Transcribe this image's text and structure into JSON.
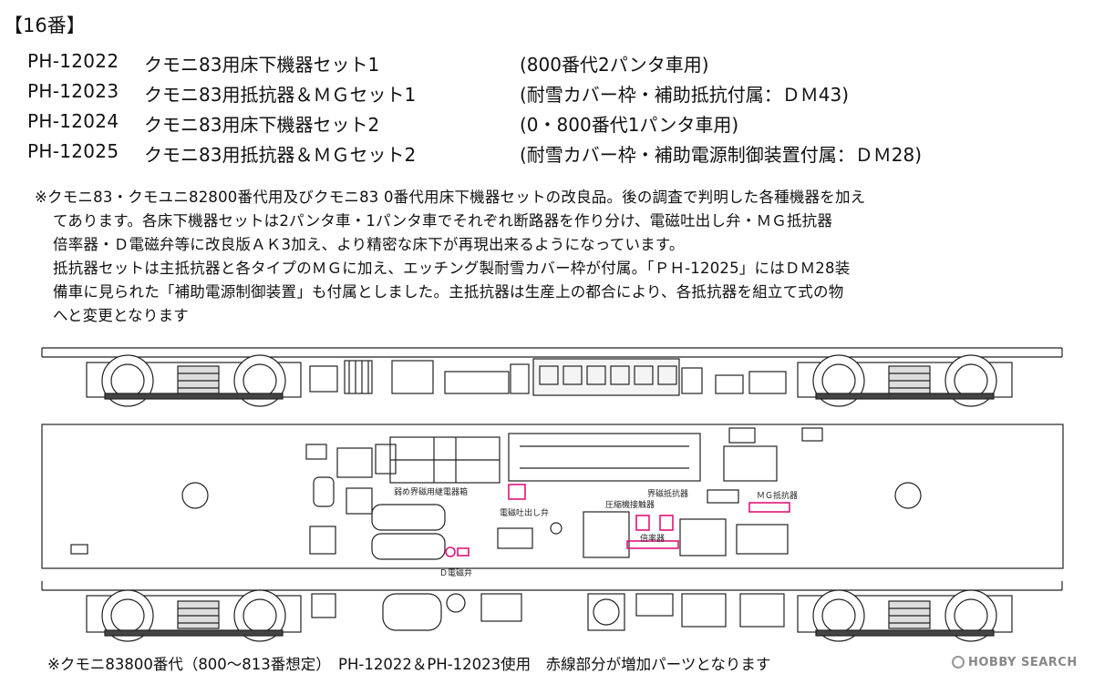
{
  "heading": "【16番】",
  "products": [
    {
      "code": "PH-12022",
      "name": "クモニ83用床下機器セット1",
      "note": "(800番代2パンタ車用)"
    },
    {
      "code": "PH-12023",
      "name": "クモニ83用抵抗器＆ＭＧセット1",
      "note": "(耐雪カバー枠・補助抵抗付属：ＤＭ43)"
    },
    {
      "code": "PH-12024",
      "name": "クモニ83用床下機器セット2",
      "note": "(0・800番代1パンタ車用)"
    },
    {
      "code": "PH-12025",
      "name": "クモニ83用抵抗器＆ＭＧセット2",
      "note": "(耐雪カバー枠・補助電源制御装置付属：ＤＭ28)"
    }
  ],
  "notes": [
    "※クモニ83・クモユニ82800番代用及びクモニ83 0番代用床下機器セットの改良品。後の調査で判明した各種機器を加え",
    "てあります。各床下機器セットは2パンタ車・1パンタ車でそれぞれ断路器を作り分け、電磁吐出し弁・ＭＧ抵抗器",
    "倍率器・Ｄ電磁弁等に改良版ＡＫ3加え、より精密な床下が再現出来るようになっています。",
    "抵抗器セットは主抵抗器と各タイプのＭＧに加え、エッチング製耐雪カバー枠が付属。「ＰＨ-12025」にはＤＭ28装",
    "備車に見られた「補助電源制御装置」も付属としました。主抵抗器は生産上の都合により、各抵抗器を組立て式の物",
    "へと変更となります"
  ],
  "diagram_labels": {
    "relay_box": "弱め界磁用継電器箱",
    "discharge_valve": "電磁吐出し弁",
    "compressor_contactor": "圧縮機接触器",
    "field_resistor": "界磁抵抗器",
    "mg_resistor": "ＭＧ抵抗器",
    "multiplier": "倍率器",
    "d_valve": "Ｄ電磁弁"
  },
  "caption": "※クモニ83800番代（800〜813番想定）　PH-12022＆PH-12023使用　赤線部分が増加パーツとなります",
  "watermark": "HOBBY SEARCH",
  "colors": {
    "highlight": "#e0147a",
    "line": "#222222"
  }
}
